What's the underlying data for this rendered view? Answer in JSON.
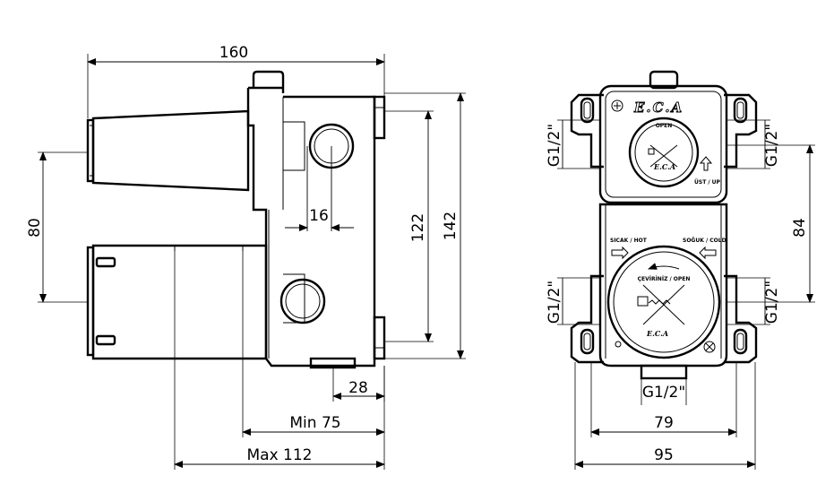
{
  "side_view": {
    "dimensions": {
      "width_total": "160",
      "height_outlets": "80",
      "pipe_offset": "16",
      "height_inner": "122",
      "height_total": "142",
      "bottom_outlet": "28",
      "min_depth": "Min 75",
      "max_depth": "Max 112"
    }
  },
  "front_view": {
    "logo_top": "E.C.A",
    "logo_bottom": "E.C.A",
    "logo_small_top": "E.C.A",
    "logo_small_bottom": "E.C.A",
    "open_label_top": "OPEN",
    "up_label": "ÜST / UP",
    "hot_label": "SICAK / HOT",
    "cold_label": "SOĞUK / COLD",
    "turn_open_label": "ÇEVİRİNİZ / OPEN",
    "dimensions": {
      "thread_top_left": "G1/2\"",
      "thread_top_right": "G1/2\"",
      "thread_bottom_left": "G1/2\"",
      "thread_bottom_right": "G1/2\"",
      "thread_bottom": "G1/2\"",
      "height_84": "84",
      "width_79": "79",
      "width_95": "95"
    }
  }
}
